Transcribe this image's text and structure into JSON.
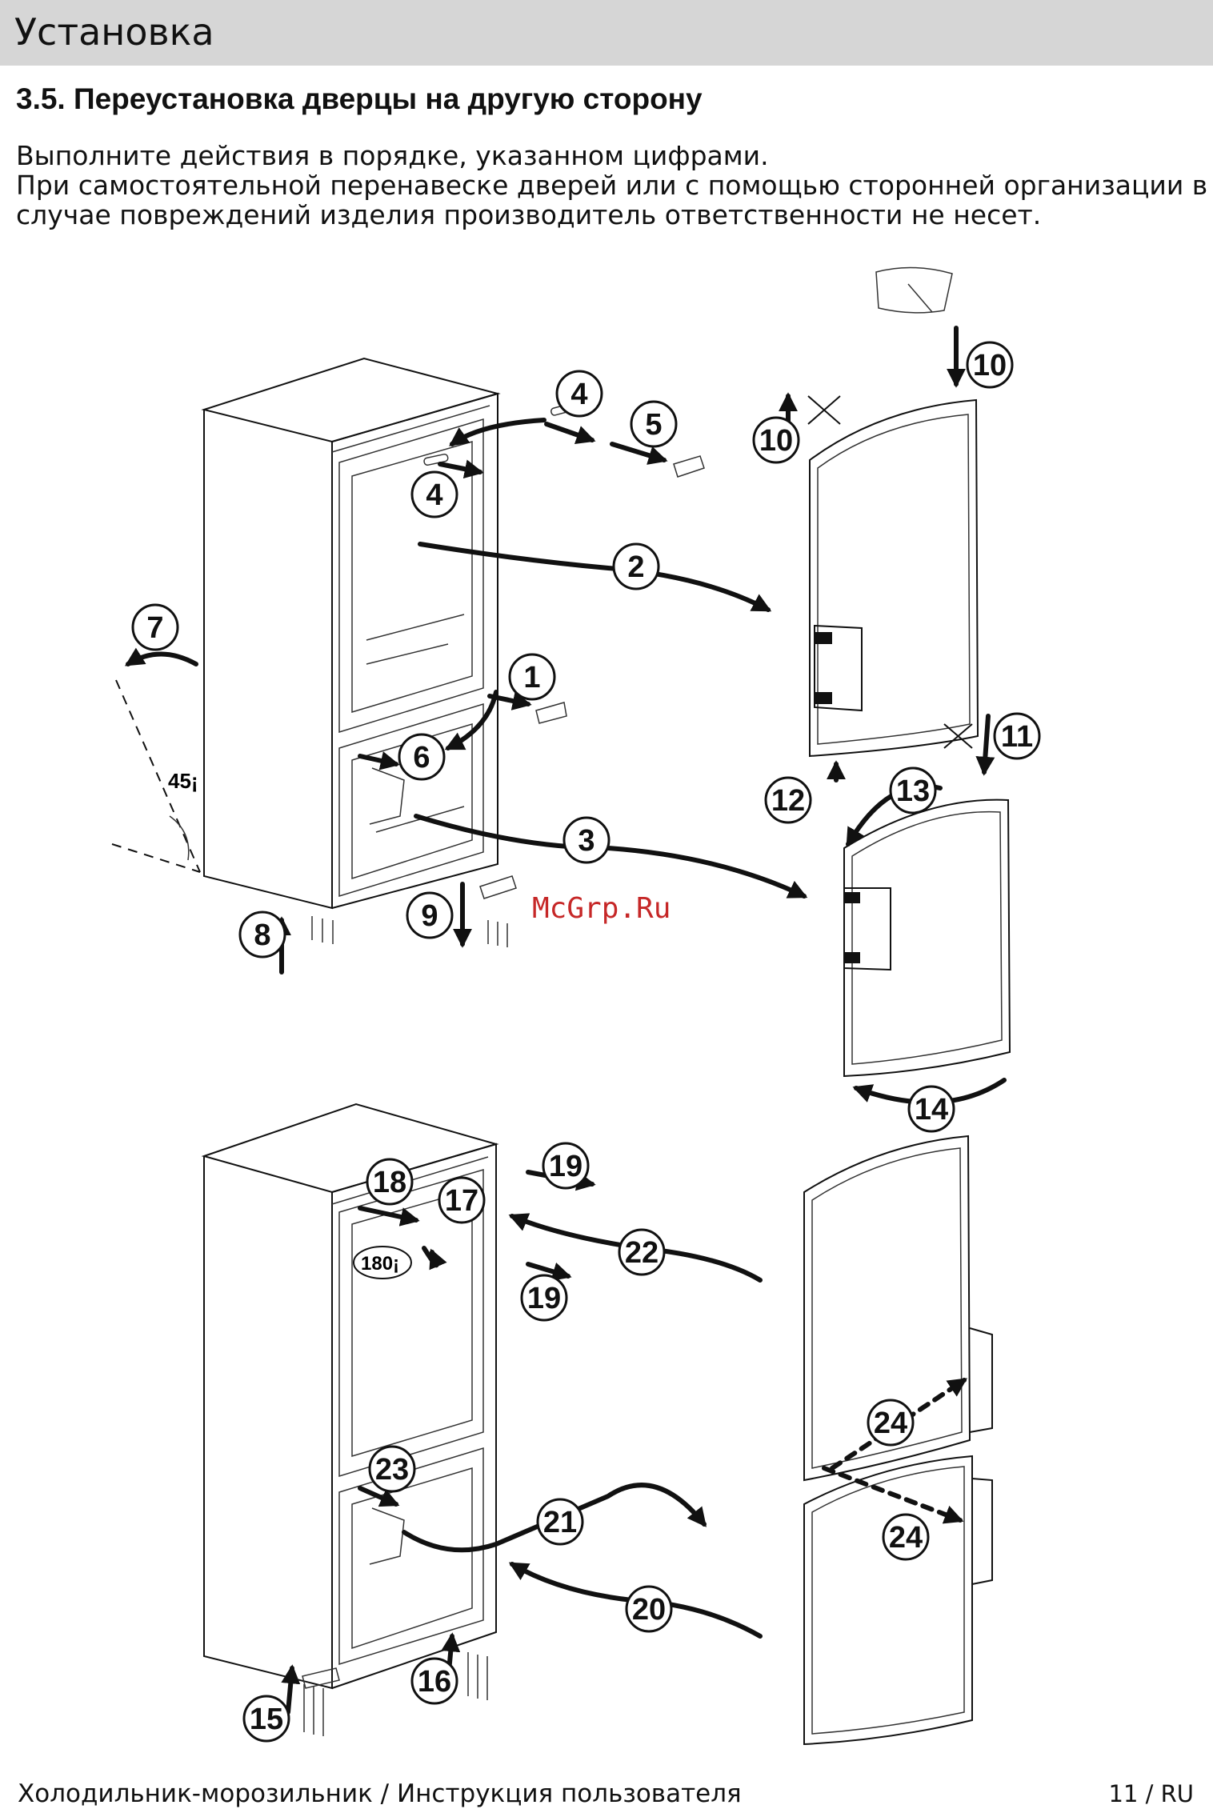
{
  "header": {
    "title": "Установка"
  },
  "section": {
    "title": "3.5. Переустановка дверцы на другую сторону"
  },
  "intro": {
    "line1": "Выполните действия в порядке, указанном цифрами.",
    "line2": "При самостоятельной перенавеске дверей или с помощью сторонней организации в",
    "line3": "случае повреждений изделия  производитель ответственности не несет."
  },
  "diagram": {
    "angle_label": "45¡",
    "rotation_label": "180¡",
    "watermark": "McGrp.Ru",
    "callouts": [
      "1",
      "2",
      "3",
      "4",
      "4",
      "5",
      "6",
      "7",
      "8",
      "9",
      "10",
      "10",
      "11",
      "12",
      "13",
      "14",
      "15",
      "16",
      "17",
      "18",
      "19",
      "19",
      "20",
      "21",
      "22",
      "23",
      "24",
      "24"
    ]
  },
  "footer": {
    "left": "Холодильник-морозильник / Инструкция пользователя",
    "right": "11 / RU"
  }
}
